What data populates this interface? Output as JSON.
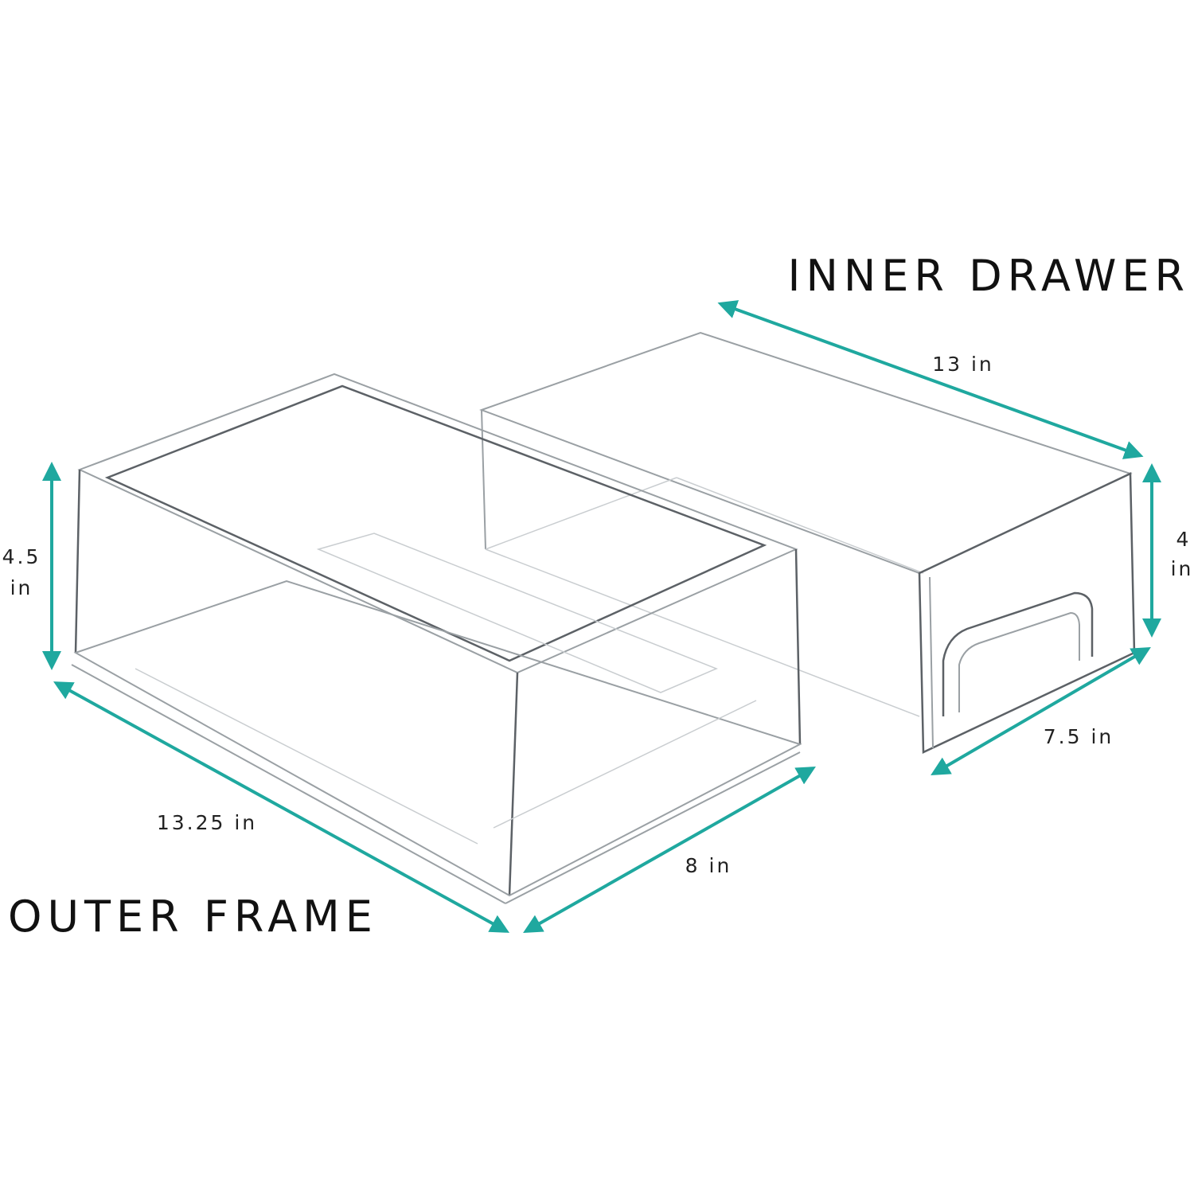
{
  "labels": {
    "inner_drawer": "INNER DRAWER",
    "outer_frame": "OUTER FRAME"
  },
  "dimensions": {
    "outer_height_value": "4.5",
    "outer_height_unit": "in",
    "outer_length": "13.25 in",
    "outer_width": "8 in",
    "inner_length": "13 in",
    "inner_height_value": "4",
    "inner_height_unit": "in",
    "inner_width": "7.5 in"
  },
  "colors": {
    "arrow": "#1fa89f"
  }
}
